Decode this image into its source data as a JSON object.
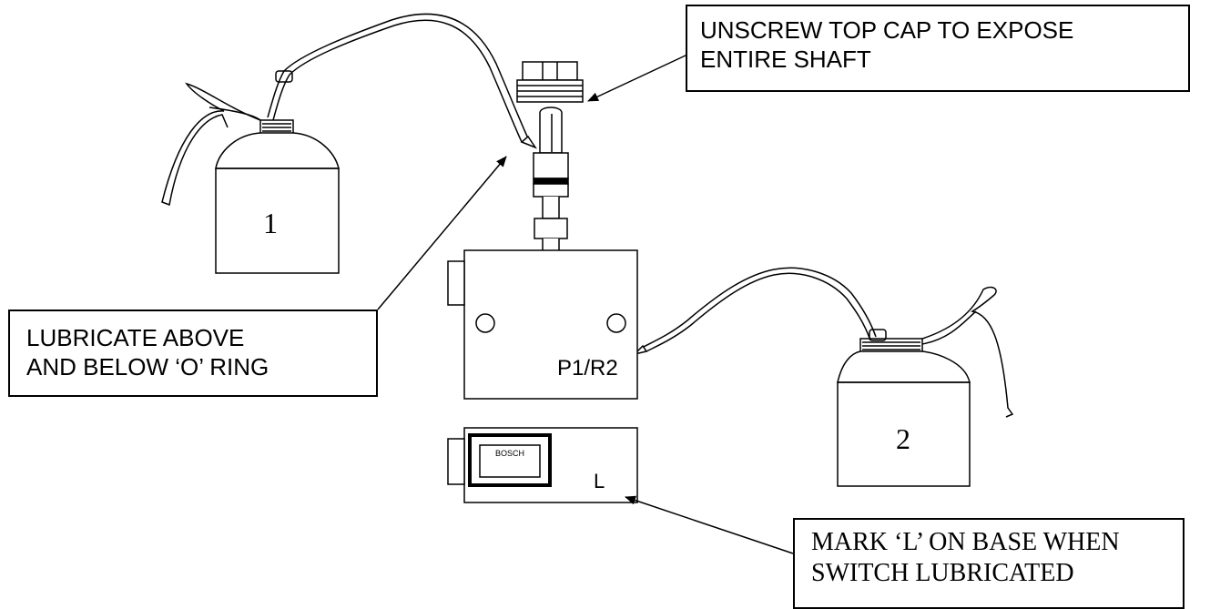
{
  "callouts": {
    "top_cap": {
      "line1": "UNSCREW TOP CAP TO EXPOSE",
      "line2": "ENTIRE SHAFT"
    },
    "o_ring": {
      "line1": "LUBRICATE ABOVE",
      "line2": "AND BELOW ‘O’ RING"
    },
    "base_mark": {
      "line1": "MARK ‘L’ ON BASE WHEN",
      "line2": "SWITCH LUBRICATED"
    }
  },
  "oil_cans": {
    "can1_label": "1",
    "can2_label": "2"
  },
  "switch": {
    "body_label": "P1/R2",
    "base_label": "L",
    "brand": "BOSCH"
  }
}
